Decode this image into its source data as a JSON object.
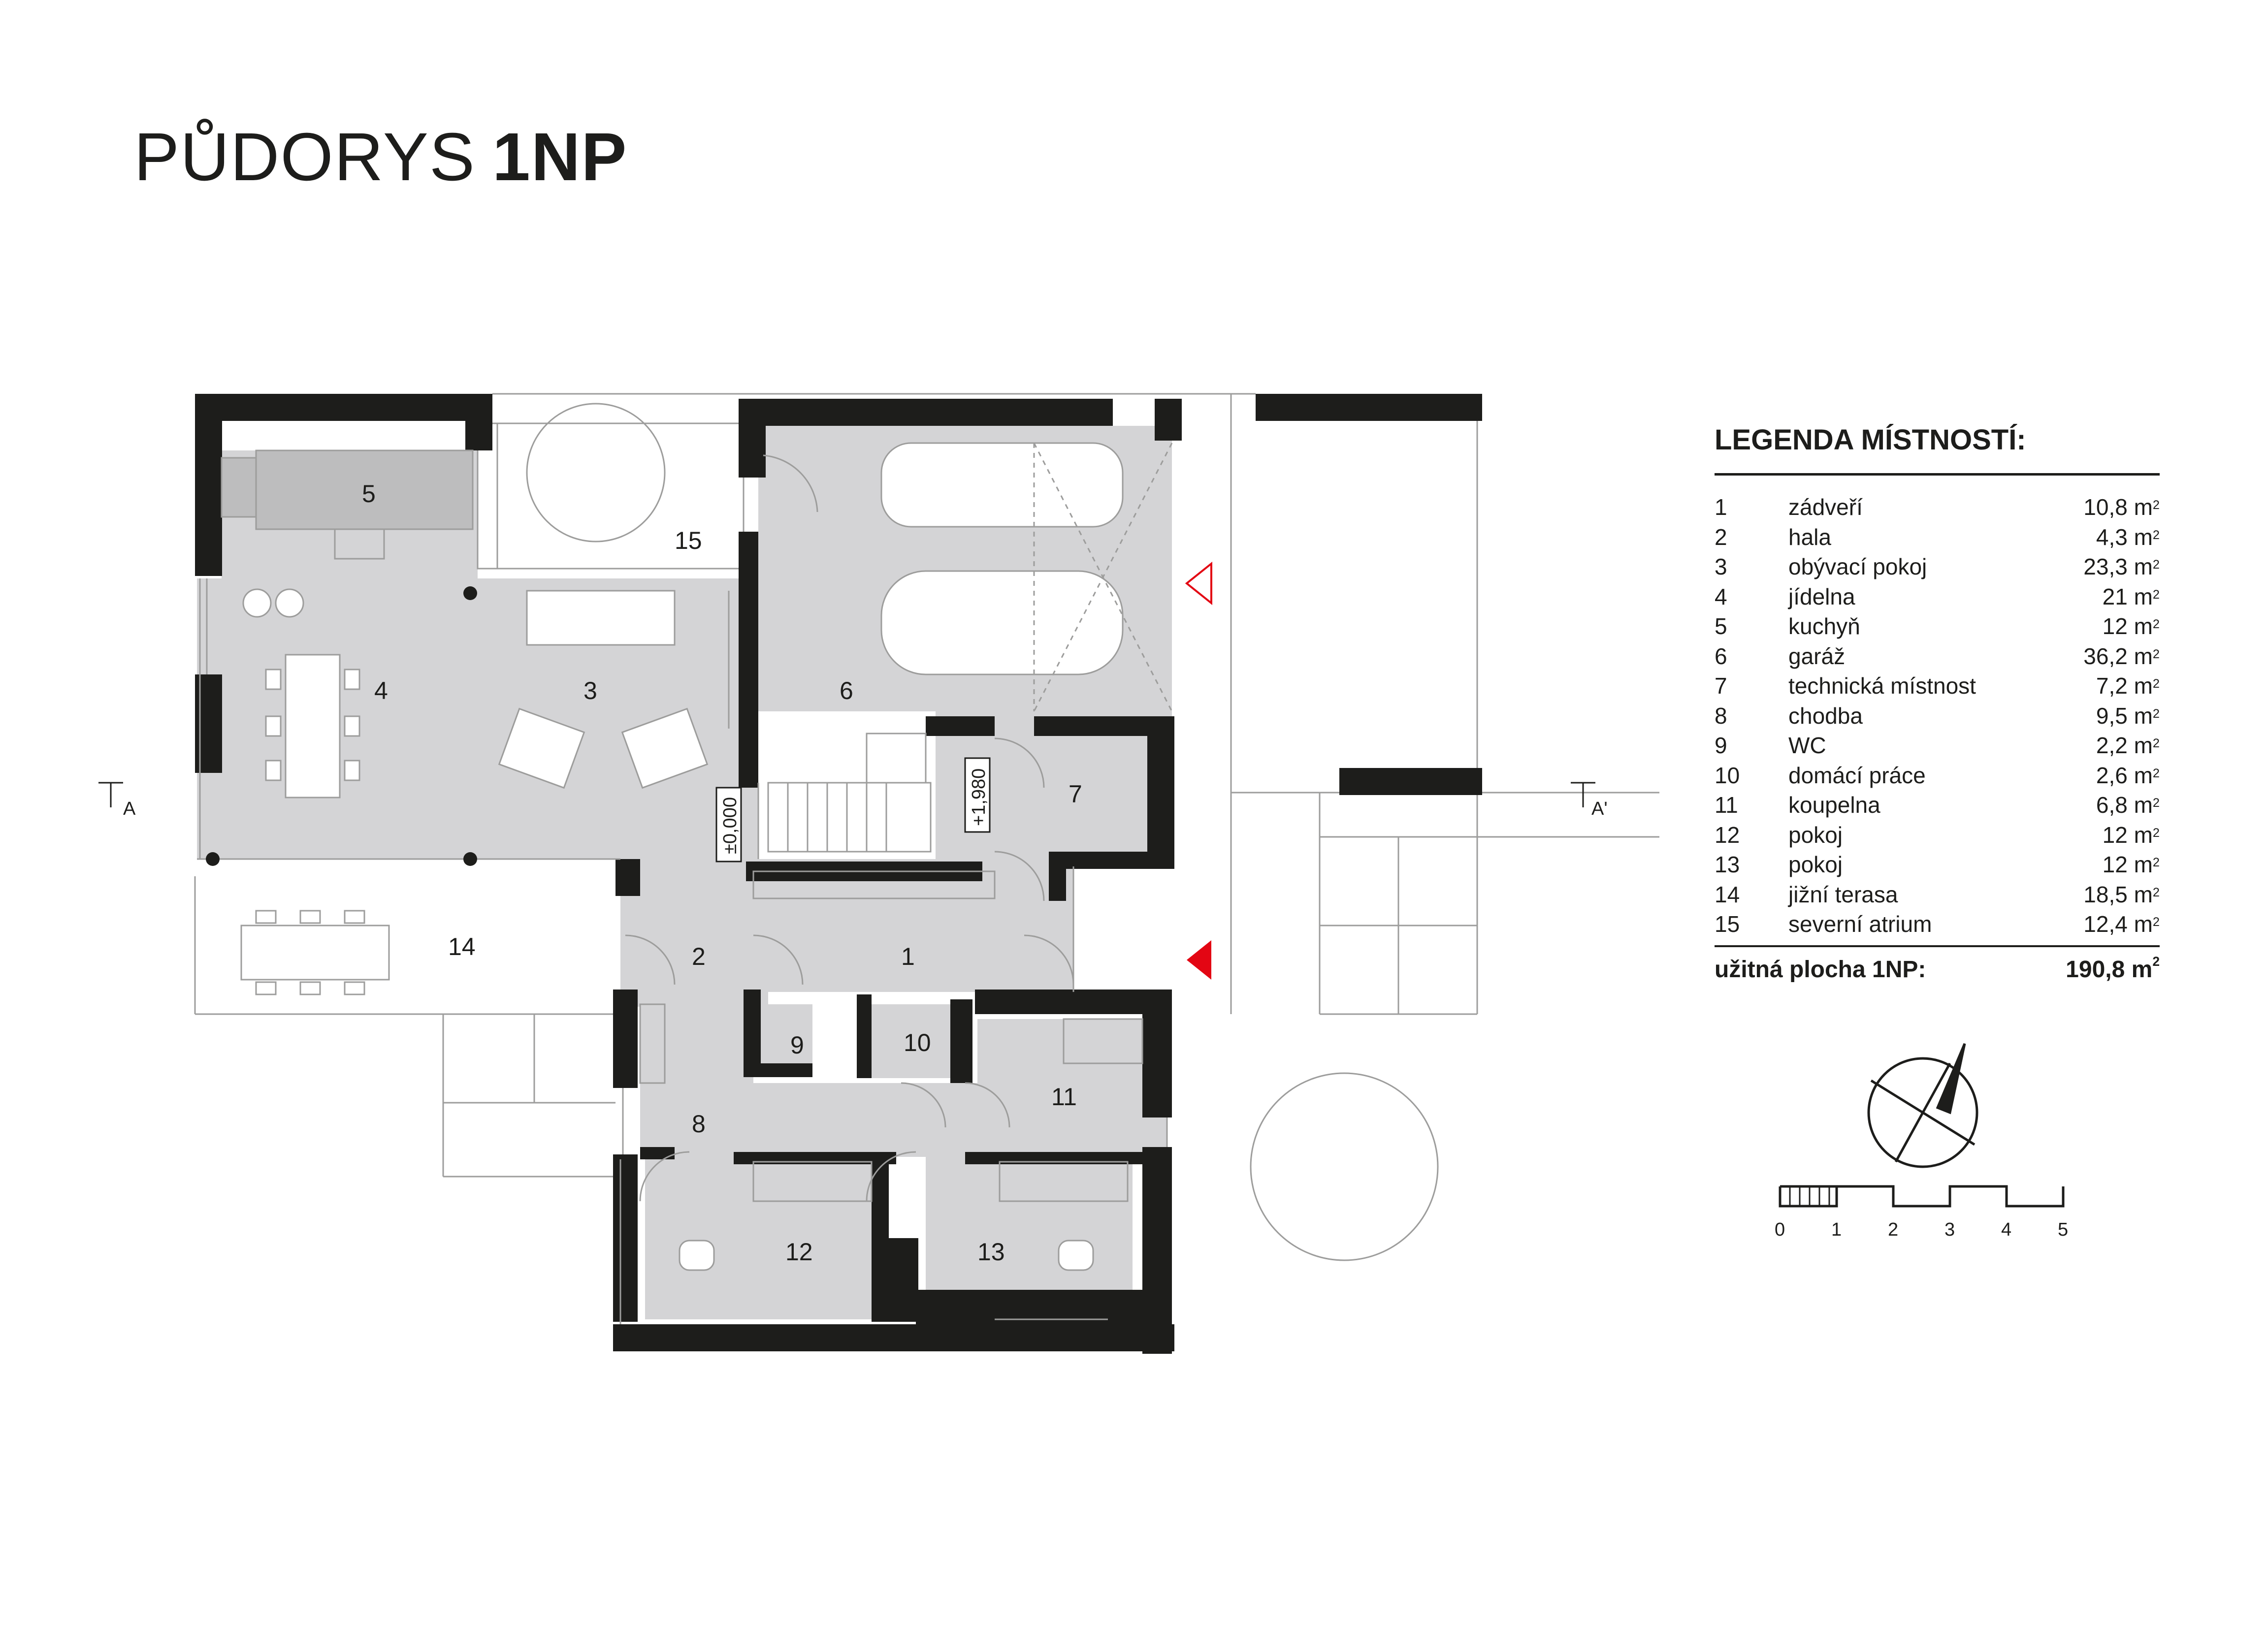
{
  "title": {
    "light": "PŮDORYS",
    "bold": "1NP"
  },
  "legend": {
    "heading": "LEGENDA MÍSTNOSTÍ:",
    "rooms": [
      {
        "num": "1",
        "name": "zádveří",
        "area": "10,8 m",
        "unit_sup": "2"
      },
      {
        "num": "2",
        "name": "hala",
        "area": "4,3 m",
        "unit_sup": "2"
      },
      {
        "num": "3",
        "name": "obývací pokoj",
        "area": "23,3 m",
        "unit_sup": "2"
      },
      {
        "num": "4",
        "name": "jídelna",
        "area": "21 m",
        "unit_sup": "2"
      },
      {
        "num": "5",
        "name": "kuchyň",
        "area": "12 m",
        "unit_sup": "2"
      },
      {
        "num": "6",
        "name": "garáž",
        "area": "36,2 m",
        "unit_sup": "2"
      },
      {
        "num": "7",
        "name": "technická místnost",
        "area": "7,2 m",
        "unit_sup": "2"
      },
      {
        "num": "8",
        "name": "chodba",
        "area": "9,5 m",
        "unit_sup": "2"
      },
      {
        "num": "9",
        "name": "WC",
        "area": "2,2 m",
        "unit_sup": "2"
      },
      {
        "num": "10",
        "name": "domácí práce",
        "area": "2,6 m",
        "unit_sup": "2"
      },
      {
        "num": "11",
        "name": "koupelna",
        "area": "6,8 m",
        "unit_sup": "2"
      },
      {
        "num": "12",
        "name": "pokoj",
        "area": "12 m",
        "unit_sup": "2"
      },
      {
        "num": "13",
        "name": "pokoj",
        "area": "12 m",
        "unit_sup": "2"
      },
      {
        "num": "14",
        "name": "jižní terasa",
        "area": "18,5 m",
        "unit_sup": "2"
      },
      {
        "num": "15",
        "name": "severní atrium",
        "area": "12,4 m",
        "unit_sup": "2"
      }
    ],
    "total_label": "užitná plocha 1NP:",
    "total_value": "190,8 m",
    "total_sup": "2"
  },
  "plan": {
    "room_labels": [
      "1",
      "2",
      "3",
      "4",
      "5",
      "6",
      "7",
      "8",
      "9",
      "10",
      "11",
      "12",
      "13",
      "14",
      "15"
    ],
    "level_a": "±0,000",
    "level_b": "+1,980",
    "section_left": "A",
    "section_right": "A'"
  },
  "scale_bar": {
    "ticks": [
      "0",
      "1",
      "2",
      "3",
      "4",
      "5"
    ]
  },
  "colors": {
    "wall": "#1d1d1b",
    "floor": "#d4d4d6",
    "accent": "#e30613",
    "line": "#9d9d9c"
  }
}
